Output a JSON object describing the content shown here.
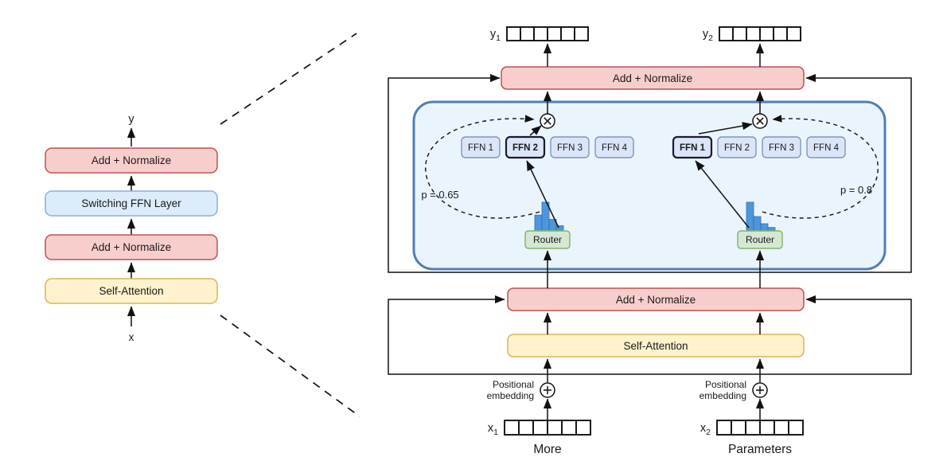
{
  "left_stack": {
    "output_label": "y",
    "input_label": "x",
    "blocks": [
      {
        "label": "Add + Normalize",
        "kind": "add-normalize"
      },
      {
        "label": "Switching FFN Layer",
        "kind": "switching-ffn-layer"
      },
      {
        "label": "Add + Normalize",
        "kind": "add-normalize"
      },
      {
        "label": "Self-Attention",
        "kind": "self-attention"
      }
    ]
  },
  "detail": {
    "token_cells": 6,
    "outputs": [
      {
        "base": "y",
        "sub": "1"
      },
      {
        "base": "y",
        "sub": "2"
      }
    ],
    "inputs": [
      {
        "base": "x",
        "sub": "1",
        "caption": "More"
      },
      {
        "base": "x",
        "sub": "2",
        "caption": "Parameters"
      }
    ],
    "add_normalize_top": "Add + Normalize",
    "add_normalize_mid": "Add + Normalize",
    "self_attention": "Self-Attention",
    "positional_embedding": [
      "Positional",
      "embedding"
    ],
    "switch_layer": {
      "left": {
        "experts": [
          "FFN 1",
          "FFN 2",
          "FFN 3",
          "FFN 4"
        ],
        "selected_index": 1,
        "probability": "p = 0.65",
        "router_label": "Router",
        "distribution": [
          0.55,
          1,
          0.4,
          0.18
        ]
      },
      "right": {
        "experts": [
          "FFN 1",
          "FFN 2",
          "FFN 3",
          "FFN 4"
        ],
        "selected_index": 0,
        "probability": "p = 0.8",
        "router_label": "Router",
        "distribution": [
          1,
          0.5,
          0.25,
          0.12
        ]
      }
    }
  },
  "colors": {
    "add_normalize_fill": "#F8CECC",
    "add_normalize_stroke": "#B85450",
    "attention_fill": "#FFF2CC",
    "attention_stroke": "#D6B656",
    "switch_block_fill": "#DCECFB",
    "switch_block_stroke": "#89AFD6",
    "container_fill": "#EAF4FC",
    "container_stroke": "#4D7FB5",
    "ffn_fill": "#DBE5F8",
    "ffn_stroke": "#8094C6",
    "router_fill": "#D5E8D4",
    "router_stroke": "#82B366",
    "histogram_fill": "#4E96DB",
    "histogram_stroke": "#2E6DB4"
  }
}
